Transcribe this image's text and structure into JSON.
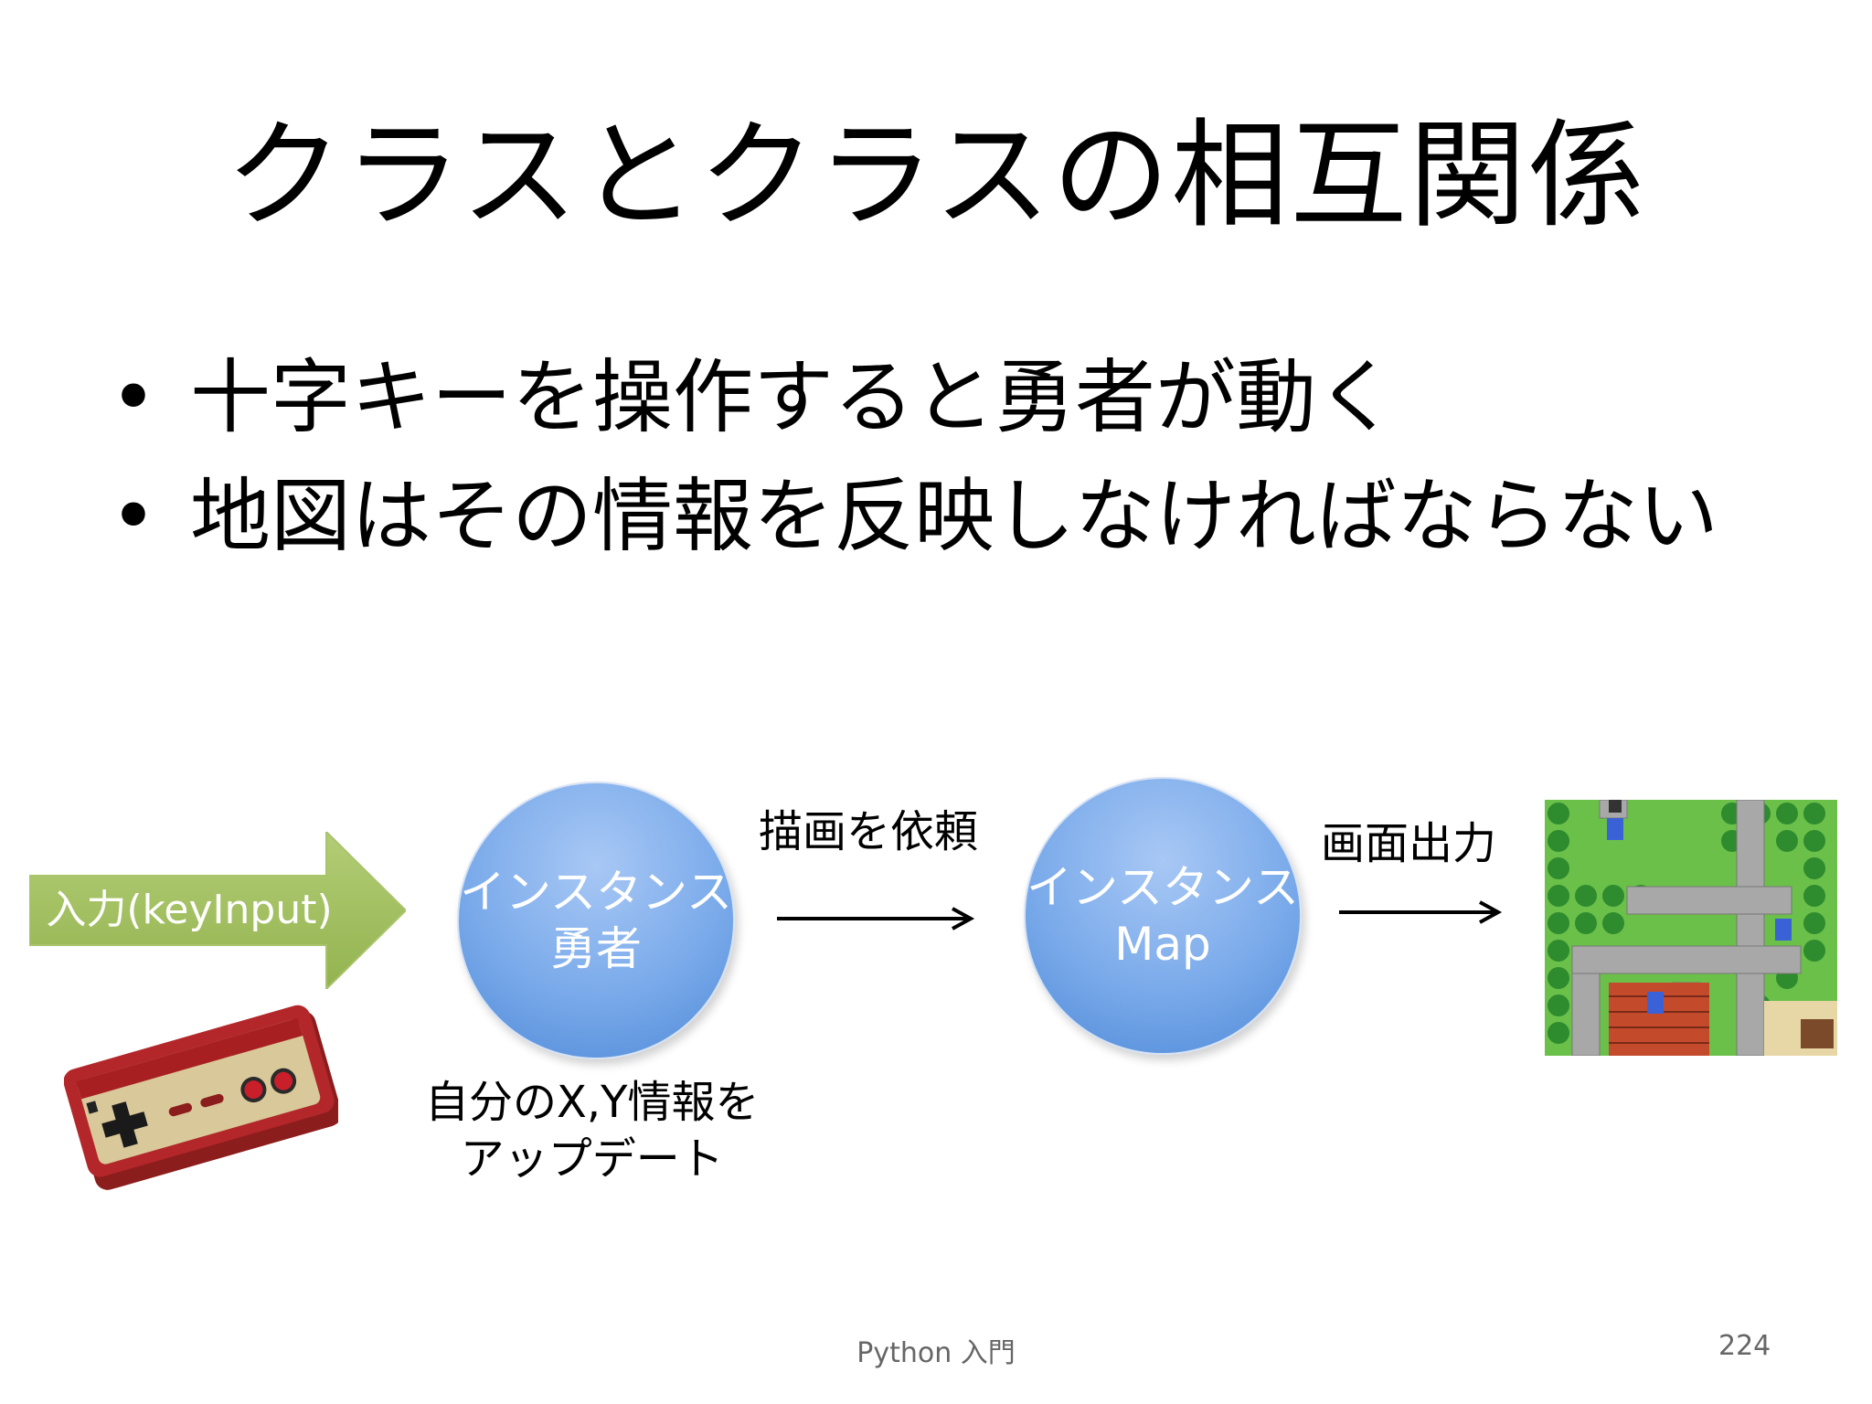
{
  "slide": {
    "title": "クラスとクラスの相互関係",
    "bullet_symbol": "•",
    "bullets": [
      "十字キーを操作すると勇者が動く",
      "地図はその情報を反映しなければならない"
    ]
  },
  "diagram": {
    "input_label": "入力(keyInput)",
    "hero_instance": {
      "line1": "インスタンス",
      "line2": "勇者"
    },
    "map_instance": {
      "line1": "インスタンス",
      "line2": "Map"
    },
    "draw_request_label": "描画を依頼",
    "screen_output_label": "画面出力",
    "hero_update": {
      "line1": "自分のX,Y情報を",
      "line2": "アップデート"
    },
    "colors": {
      "arrow_green": "#9bbb59",
      "circle_blue": "#6b9fe4"
    },
    "icons": [
      "game-controller-image",
      "game-map-screenshot"
    ]
  },
  "footer": {
    "center": "Python 入門",
    "page_number": "224"
  }
}
